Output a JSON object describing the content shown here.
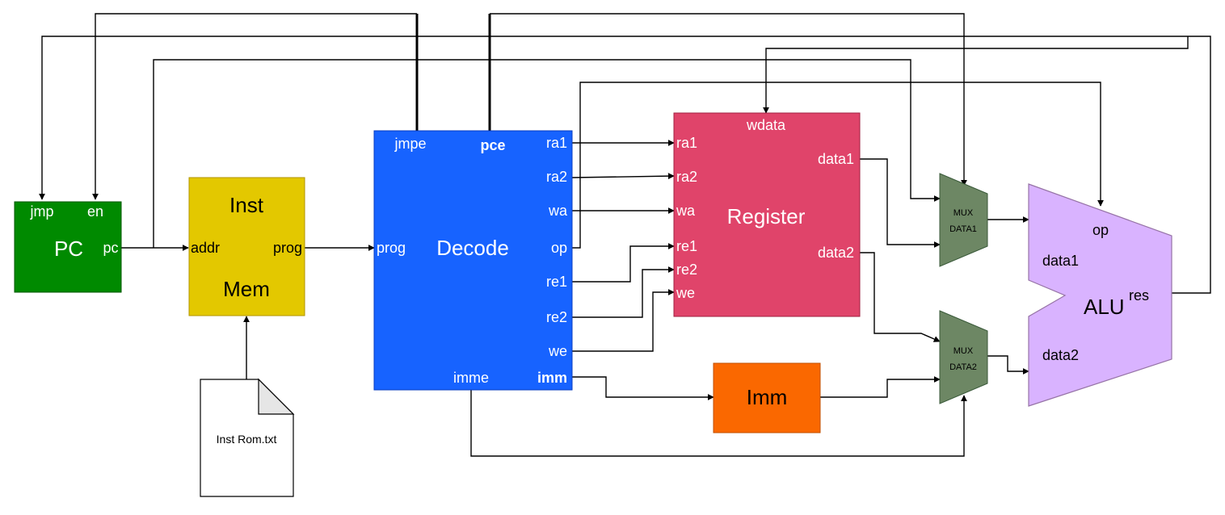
{
  "blocks": {
    "pc": {
      "title": "PC",
      "ports": {
        "jmp": "jmp",
        "en": "en",
        "pc": "pc"
      },
      "fill": "#008a00",
      "text_color": "#ffffff"
    },
    "inst_mem": {
      "title_top": "Inst",
      "title_bottom": "Mem",
      "ports": {
        "addr": "addr",
        "prog": "prog"
      },
      "fill": "#e3c800",
      "text_color": "#000000"
    },
    "rom_file": {
      "label": "Inst Rom.txt"
    },
    "decode": {
      "title": "Decode",
      "ports": {
        "jmpe": "jmpe",
        "pce": "pce",
        "ra1": "ra1",
        "ra2": "ra2",
        "wa": "wa",
        "op": "op",
        "re1": "re1",
        "re2": "re2",
        "we": "we",
        "prog": "prog",
        "imme": "imme",
        "imm": "imm"
      },
      "fill": "#1763ff",
      "text_color": "#ffffff"
    },
    "register": {
      "title": "Register",
      "ports": {
        "wdata": "wdata",
        "ra1": "ra1",
        "ra2": "ra2",
        "wa": "wa",
        "re1": "re1",
        "re2": "re2",
        "we": "we",
        "data1": "data1",
        "data2": "data2"
      },
      "fill": "#e0446a",
      "text_color": "#ffffff"
    },
    "imm": {
      "title": "Imm",
      "fill": "#fa6800",
      "text_color": "#000000"
    },
    "mux1": {
      "line1": "MUX",
      "line2": "DATA1",
      "fill": "#6d8764"
    },
    "mux2": {
      "line1": "MUX",
      "line2": "DATA2",
      "fill": "#6d8764"
    },
    "alu": {
      "title": "ALU",
      "superscript": "res",
      "ports": {
        "op": "op",
        "data1": "data1",
        "data2": "data2"
      },
      "fill": "#d9b3ff",
      "stroke": "#9673a6",
      "text_color": "#000000"
    }
  }
}
